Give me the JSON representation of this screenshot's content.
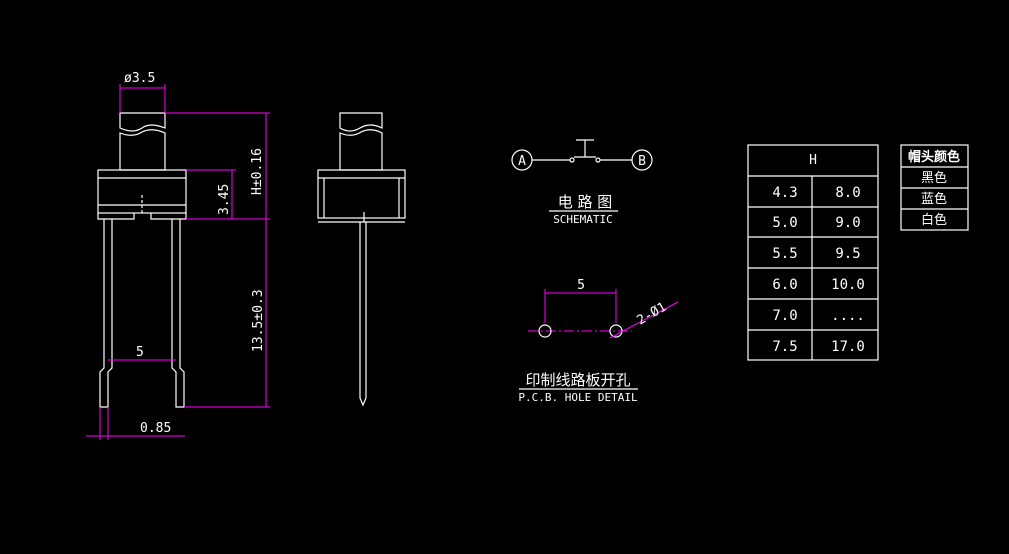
{
  "colors": {
    "background": "#000000",
    "outline": "#ffffff",
    "dimension": "#ff00ff"
  },
  "front_view": {
    "dim_diameter": "ø3.5",
    "dim_h": "H±0.16",
    "dim_345": "3.45",
    "dim_135": "13.5±0.3",
    "dim_5": "5",
    "dim_085": "0.85"
  },
  "schematic": {
    "node_a": "A",
    "node_b": "B",
    "title_cn": "电 路 图",
    "title_en": "SCHEMATIC"
  },
  "pcb": {
    "dim_5": "5",
    "hole_label": "2-Ø1",
    "title_cn": "印制线路板开孔",
    "title_en": "P.C.B. HOLE DETAIL"
  },
  "h_table": {
    "header": "H",
    "rows": [
      [
        "4.3",
        "8.0"
      ],
      [
        "5.0",
        "9.0"
      ],
      [
        "5.5",
        "9.5"
      ],
      [
        "6.0",
        "10.0"
      ],
      [
        "7.0",
        "...."
      ],
      [
        "7.5",
        "17.0"
      ]
    ]
  },
  "color_table": {
    "header": "帽头颜色",
    "rows": [
      "黑色",
      "蓝色",
      "白色"
    ]
  }
}
